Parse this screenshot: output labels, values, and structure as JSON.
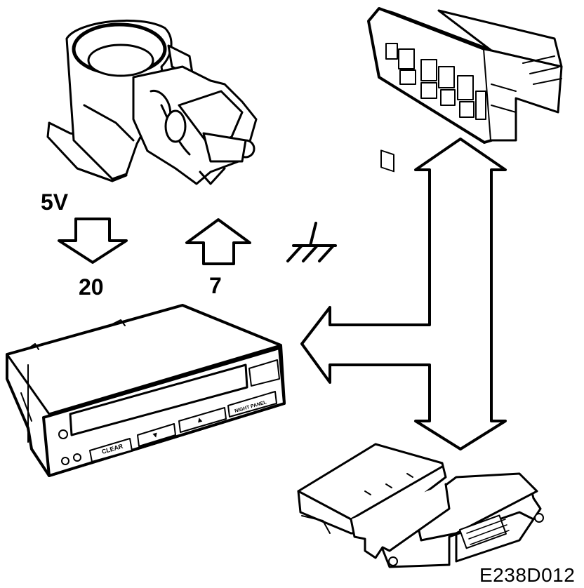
{
  "labels": {
    "supply_voltage": "5V",
    "pin_a": "20",
    "pin_b": "7",
    "figure_code": "E238D012"
  },
  "display_panel": {
    "clear_button": "CLEAR",
    "night_panel_button": "NIGHT PANEL",
    "down_arrow": "▼",
    "up_arrow": "▲"
  },
  "icons": {
    "ground": "ground-symbol-icon",
    "arrow_down": "hollow-arrow-down-icon",
    "arrow_up": "hollow-arrow-up-icon",
    "arrow_left": "hollow-arrow-left-icon",
    "arrow_double": "hollow-double-arrow-icon"
  },
  "colors": {
    "ink": "#000000",
    "paper": "#ffffff"
  }
}
